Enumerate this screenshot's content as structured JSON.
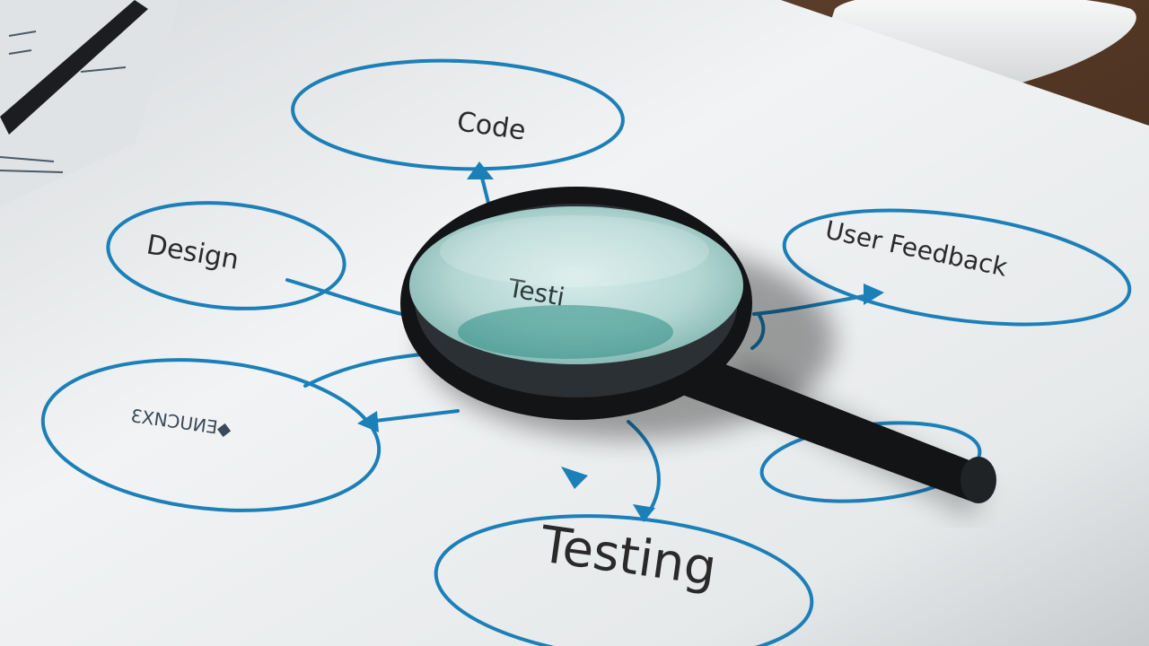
{
  "scene": {
    "kind": "photo",
    "subject": "hand-drawn software development flow diagram on paper with a magnifying glass"
  },
  "diagram": {
    "nodes": [
      {
        "id": "code",
        "label": "Code"
      },
      {
        "id": "design",
        "label": "Design"
      },
      {
        "id": "user_feedback",
        "label": "User Feedback"
      },
      {
        "id": "scribble",
        "label": "ƐXNƆUИƎ◆"
      },
      {
        "id": "testing",
        "label": "Testing"
      }
    ],
    "magnified_label": "Testi"
  },
  "colors": {
    "ink_blue": "#1b7fb8",
    "text_dark": "#2a2a2a",
    "paper": "#eef0f1",
    "desk": "#5a3b27",
    "glass_rim": "#121416",
    "lens": "#b9dcd9"
  }
}
